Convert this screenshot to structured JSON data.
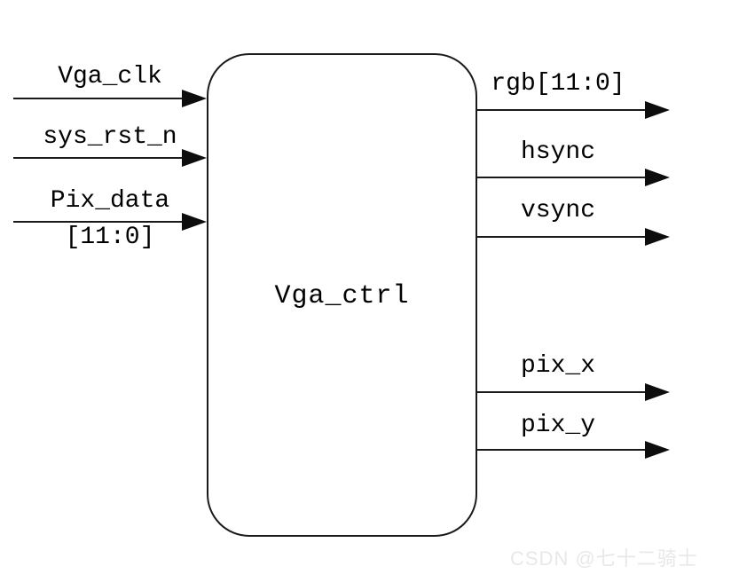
{
  "module": {
    "title": "Vga_ctrl"
  },
  "inputs": [
    {
      "name": "vga-clk",
      "label": "Vga_clk"
    },
    {
      "name": "sys-rst-n",
      "label": "sys_rst_n"
    },
    {
      "name": "pix-data",
      "label": "Pix_data",
      "label2": "[11:0]"
    }
  ],
  "outputs": [
    {
      "name": "rgb",
      "label": "rgb[11:0]"
    },
    {
      "name": "hsync",
      "label": "hsync"
    },
    {
      "name": "vsync",
      "label": "vsync"
    },
    {
      "name": "pix-x",
      "label": "pix_x"
    },
    {
      "name": "pix-y",
      "label": "pix_y"
    }
  ],
  "watermark": {
    "text": "CSDN @七十二骑士"
  },
  "colors": {
    "line": "#000000",
    "background": "#ffffff",
    "watermark": "#e8e8e8"
  }
}
